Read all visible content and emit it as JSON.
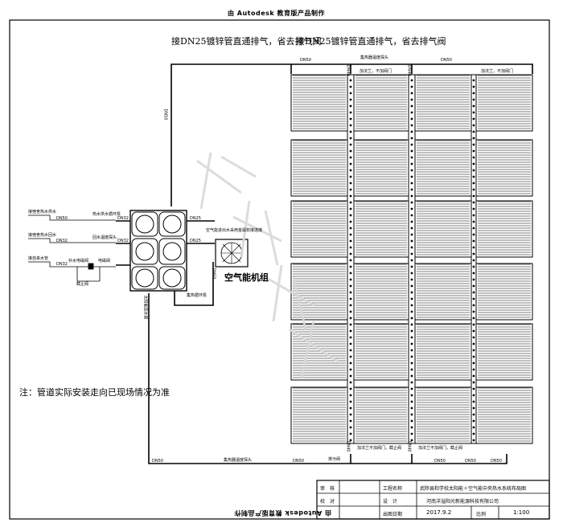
{
  "header_banner": "由 Autodesk 教育版产品制作",
  "footer_banner": "由 Autodesk 教育版产品制作",
  "top_notes": [
    "接DN25镀锌管直通排气，省去排气阀",
    "接DN25镀锌管直通排气，省去排气阀"
  ],
  "pipe_labels": {
    "top_left": "DN50",
    "top_right": "DN50",
    "vertical_left": "DN50",
    "bottom_left": "DN50",
    "bottom_mid": "DN50",
    "bottom_right_1": "DN50",
    "bottom_right_2": "DN50",
    "bottom_right_3": "DN50",
    "tank_in_1": "DN50",
    "tank_in_2": "DN32",
    "tank_in_3": "DN32",
    "tank_out": "DN25",
    "tank_out_2": "DN32",
    "tank_out_3": "DN32",
    "vertical_mid": "DN25",
    "vertical_low": "DN50",
    "collector_in": "DN40",
    "collector_in_2": "DN40",
    "collector_out": "DN40",
    "collector_out_2": "DN40"
  },
  "small_labels": {
    "collector_temp_probe": "集热器温度探头",
    "no_valve_left": "加法兰，不加阀门",
    "no_valve_right": "加法兰，不加阀门",
    "hot_supply": "接宿舍热水供水",
    "hot_return": "接宿舍热水回水",
    "cold_supply": "接自来水管",
    "pump_1": "热水供水循环泵",
    "pump_2": "回水温度探头",
    "pump_3": "补水电磁阀",
    "pump_4": "电磁阀",
    "valve": "截止阀",
    "heat_pump_note": "空气能进出水采用金属软接连接",
    "circ_pump": "集热循环泵",
    "back_flow": "太阳能回水管",
    "temp_probe_bottom": "集热器温度探头",
    "valve_bottom": "排污阀",
    "drain_note": "加法兰不加阀门，截止阀",
    "drain_note_2": "加法兰不加阀门，截止阀"
  },
  "heat_pump_label": "空气能机组",
  "note": "注：管道实际安装走向已现场情况为准",
  "watermark": "保定太阳能",
  "title_block": {
    "review_label": "审　核",
    "project_label": "工程名称",
    "project_name": "武陟县和学校太阳能＋空气能中央热水系统布局图",
    "check_label": "校　对",
    "design_label": "设　计",
    "company": "河南洋溢阳光新能源科技有限公司",
    "date_label": "出图日期",
    "date": "2017.9.2",
    "scale_label": "比例",
    "scale": "1:100"
  }
}
